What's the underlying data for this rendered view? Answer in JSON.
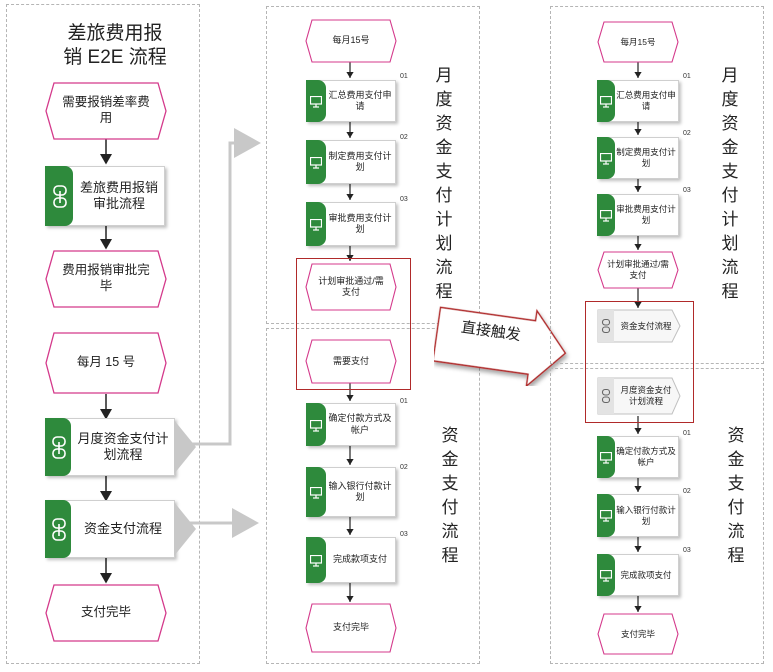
{
  "left": {
    "title_line1": "差旅费用报",
    "title_line2": "销 E2E 流程",
    "event1": "需要报销差率费用",
    "proc1": "差旅费用报销审批流程",
    "event2": "费用报销审批完毕",
    "event3": "每月 15 号",
    "proc2": "月度资金支付计划流程",
    "proc3": "资金支付流程",
    "event4": "支付完毕"
  },
  "middle": {
    "title_top": "月度资金支付计划流程",
    "title_bottom": "资金支付流程",
    "event_start": "每月15号",
    "step1": "汇总费用支付申请",
    "step2": "制定费用支付计划",
    "step3": "审批费用支付计划",
    "event_plan": "计划审批通过/需支付",
    "event_need": "需要支付",
    "step4": "确定付款方式及帐户",
    "step5": "输入银行付款计划",
    "step6": "完成款项支付",
    "event_end": "支付完毕",
    "nums": [
      "01",
      "02",
      "03",
      "01",
      "02",
      "03"
    ]
  },
  "trigger": {
    "label": "直接触发"
  },
  "right": {
    "title_top": "月度资金支付计划流程",
    "title_bottom": "资金支付流程",
    "event_start": "每月15号",
    "step1": "汇总费用支付申请",
    "step2": "制定费用支付计划",
    "step3": "审批费用支付计划",
    "event_plan": "计划审批通过/需支付",
    "sub1": "资金支付流程",
    "sub2": "月度资金支付计划流程",
    "step4": "确定付款方式及帐户",
    "step5": "输入银行付款计划",
    "step6": "完成款项支付",
    "event_end": "支付完毕",
    "nums": [
      "01",
      "02",
      "03",
      "01",
      "02",
      "03"
    ]
  },
  "colors": {
    "green": "#2e8a3c",
    "event_border": "#d4398b",
    "highlight": "#b02a2a",
    "arrow_gray": "#c8c8c8"
  },
  "icons": {
    "process": "monitor-icon",
    "subprocess": "chain-link-icon"
  }
}
